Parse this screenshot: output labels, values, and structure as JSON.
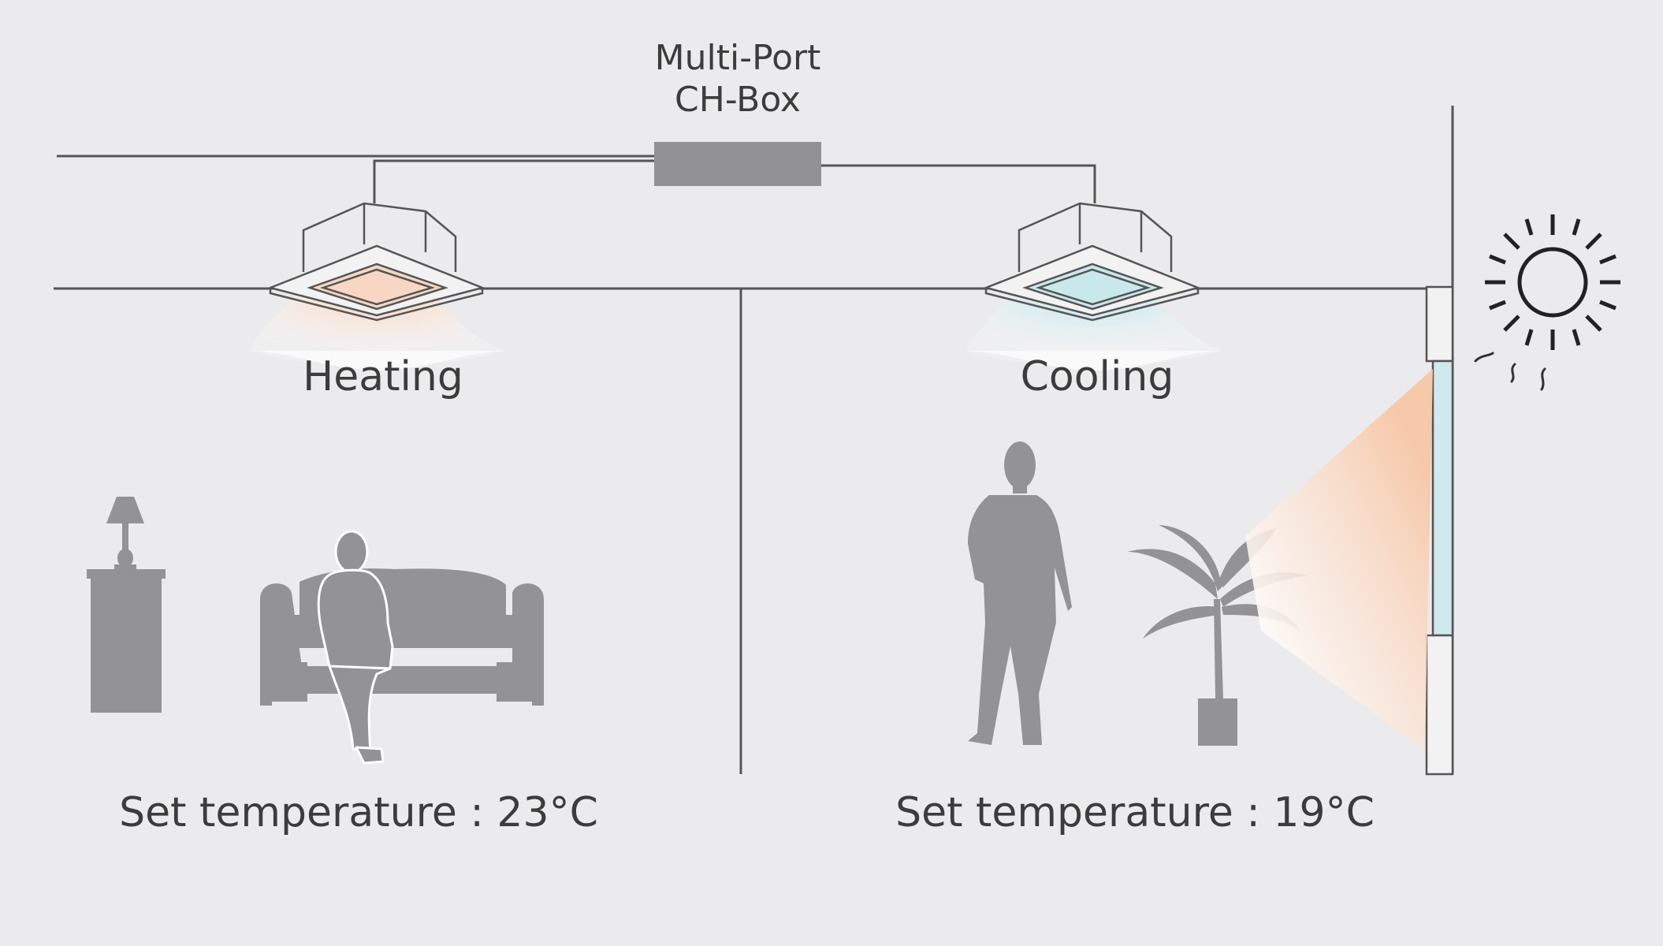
{
  "title": {
    "line1": "Multi-Port",
    "line2": "CH-Box"
  },
  "rooms": [
    {
      "mode": "Heating",
      "set_temperature": "Set temperature : 23°C"
    },
    {
      "mode": "Cooling",
      "set_temperature": "Set temperature : 19°C"
    }
  ],
  "colors": {
    "background": "#ebebed",
    "silhouette": "#939395",
    "line": "#555555",
    "ch_box": "#929294",
    "heating_glow": "#f9d9c4",
    "cooling_glow": "#c9e8ec",
    "sunlight": "#f7cfb5",
    "window_glass": "#cfe9ee"
  },
  "icons": [
    "ch-box-icon",
    "cassette-heating-icon",
    "cassette-cooling-icon",
    "lamp-icon",
    "cabinet-icon",
    "sofa-icon",
    "sitting-person-icon",
    "standing-person-icon",
    "palm-plant-icon",
    "window-icon",
    "sun-icon",
    "heat-wave-icon"
  ]
}
